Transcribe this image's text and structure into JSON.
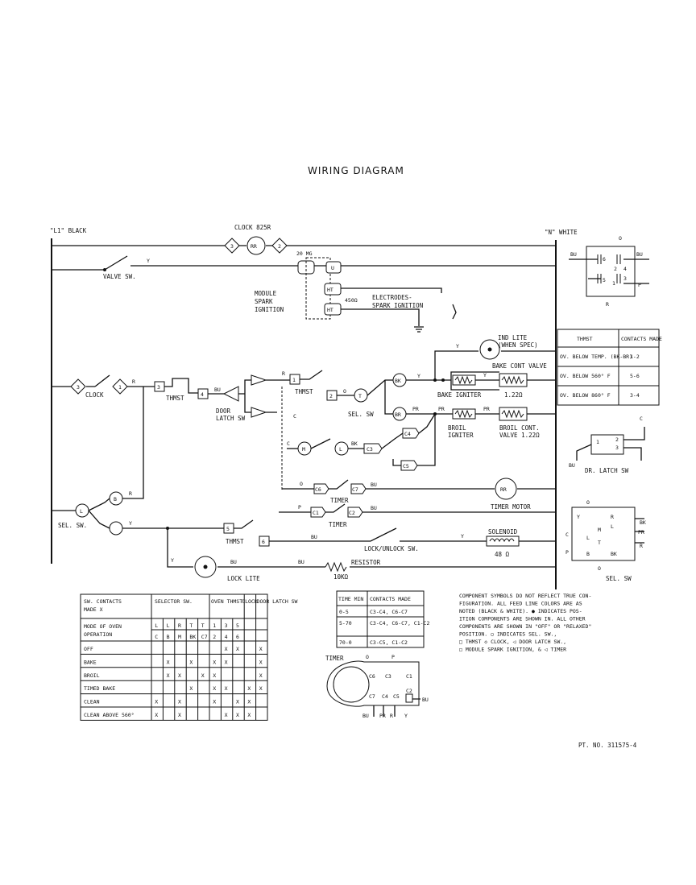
{
  "title": "WIRING DIAGRAM",
  "part_number": "PT. NO. 311575-4",
  "rails": {
    "l1": "\"L1\" BLACK",
    "n": "\"N\" WHITE"
  },
  "labels": {
    "clock_825r": "CLOCK 825R",
    "valve_sw": "VALVE SW.",
    "module": "MODULE",
    "spark": "SPARK",
    "ignition": "IGNITION",
    "twenty_meg": "20 MG",
    "electrodes": "ELECTRODES-",
    "spark_ignition": "SPARK IGNITION",
    "ohm_450": "450Ω",
    "clock": "CLOCK",
    "thmst": "THMST",
    "door_latch_sw": "DOOR",
    "latch_sw": "LATCH SW",
    "sel_sw": "SEL. SW",
    "ind_lite": "IND LITE",
    "when_spec": "(WHEN SPEC)",
    "bake_cont_valve": "BAKE CONT VALVE",
    "bake_igniter": "BAKE IGNITER",
    "val_1220a": "1.22Ω",
    "broil": "BROIL",
    "igniter": "IGNITER",
    "broil_cont": "BROIL CONT.",
    "valve_1220": "VALVE 1.22Ω",
    "timer": "TIMER",
    "timer_motor": "TIMER MOTOR",
    "solenoid": "SOLENOID",
    "ohm_48": "48 Ω",
    "lock_unlock_sw": "LOCK/UNLOCK SW.",
    "resistor": "RESISTOR",
    "r10k": "10KΩ",
    "lock_lite": "LOCK LITE",
    "sel_sw_l": "SEL. SW.",
    "dr_latch_sw": "DR. LATCH SW",
    "sel_sw_r": "SEL. SW",
    "timer_bottom": "TIMER"
  },
  "wire_letters": {
    "y": "Y",
    "r": "R",
    "bu": "BU",
    "bk": "BK",
    "pr": "PR",
    "p": "P",
    "c": "C",
    "o": "O"
  },
  "contacts": {
    "c1": "C1",
    "c2": "C2",
    "c3": "C3",
    "c4": "C4",
    "c5": "C5",
    "c6": "C6",
    "c7": "C7",
    "n2": "2",
    "n3": "3",
    "n4": "4",
    "n5": "5",
    "n6": "6",
    "n1": "1",
    "l": "L",
    "m": "M",
    "b": "B",
    "bk": "BK",
    "br": "BR",
    "t": "T",
    "u": "U",
    "ht": "HT",
    "rr": "RR"
  },
  "thermostat_table": {
    "headers": [
      "THMST",
      "CONTACTS MADE"
    ],
    "rows": [
      [
        "OV. BELOW TEMP. (BK-BR)",
        "1-2"
      ],
      [
        "OV. BELOW 560° F",
        "5-6"
      ],
      [
        "OV. BELOW 860° F",
        "3-4"
      ]
    ]
  },
  "switch_table": {
    "head1": "SW. CONTACTS",
    "head2": "MADE   X",
    "selector": "SELECTOR SW.",
    "oven_thmst": "OVEN THMST",
    "clock": "CLOCK",
    "door_latch": "DOOR LATCH SW",
    "mode": "MODE OF OVEN",
    "operation": "OPERATION",
    "top_codes": [
      "L",
      "L",
      "R",
      "T",
      "T",
      "1",
      "3",
      "5",
      "",
      ""
    ],
    "bot_codes": [
      "C",
      "B",
      "M",
      "BK",
      "C7",
      "2",
      "4",
      "6",
      "",
      ""
    ],
    "rows": [
      {
        "name": "OFF",
        "marks": [
          "",
          "",
          "",
          "",
          "",
          "",
          "X",
          "X",
          "",
          "X"
        ]
      },
      {
        "name": "BAKE",
        "marks": [
          "",
          "X",
          "",
          "X",
          "",
          "X",
          "X",
          "",
          "",
          "X"
        ]
      },
      {
        "name": "BROIL",
        "marks": [
          "",
          "X",
          "X",
          "",
          "X",
          "X",
          "",
          "",
          "",
          "X"
        ]
      },
      {
        "name": "TIMED BAKE",
        "marks": [
          "",
          "",
          "",
          "X",
          "",
          "X",
          "X",
          "",
          "X",
          "X"
        ]
      },
      {
        "name": "CLEAN",
        "marks": [
          "X",
          "",
          "X",
          "",
          "",
          "X",
          "",
          "X",
          "X",
          ""
        ]
      },
      {
        "name": "CLEAN ABOVE 560°",
        "marks": [
          "X",
          "",
          "X",
          "",
          "",
          "",
          "X",
          "X",
          "X",
          ""
        ]
      }
    ]
  },
  "timer_table": {
    "headers": [
      "TIME MIN",
      "CONTACTS MADE"
    ],
    "rows": [
      [
        "0-5",
        "C3-C4, C6-C7"
      ],
      [
        "5-70",
        "C3-C4, C6-C7, C1-C2"
      ],
      [
        "70-0",
        "C3-C5, C1-C2"
      ]
    ]
  },
  "notes": [
    "COMPONENT SYMBOLS DO NOT REFLECT TRUE CON-",
    "FIGURATION.  ALL FEED LINE COLORS ARE AS",
    "NOTED (BLACK & WHITE).  ● INDICATES POS-",
    "ITION COMPONENTS ARE SHOWN IN.  ALL OTHER",
    "COMPONENTS ARE SHOWN IN \"OFF\" OR \"RELAXED\"",
    "POSITION.      ○ INDICATES SEL. SW.,",
    "□ THMST   ◇ CLOCK,  ◁ DOOR LATCH SW.,",
    "▢ MODULE SPARK IGNITION, & ◁ TIMER"
  ]
}
